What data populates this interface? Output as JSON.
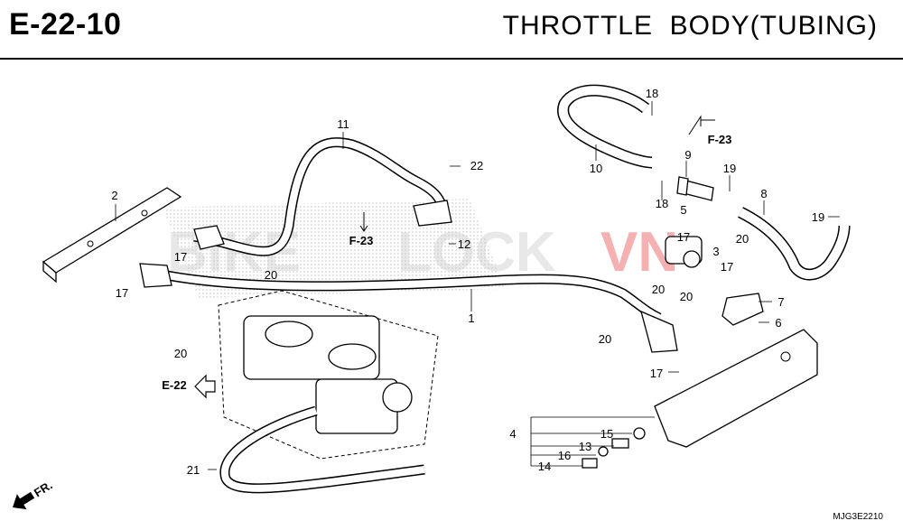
{
  "header": {
    "diagram_code": "E-22-10",
    "title": "THROTTLE  BODY(TUBING)"
  },
  "watermark": {
    "left": "BIKE",
    "mid": "LOCK",
    "right": "VN"
  },
  "references": {
    "f23_upper": "F-23",
    "f23_lower": "F-23",
    "e22": "E-22",
    "front": "FR."
  },
  "callouts": {
    "c1": "1",
    "c2": "2",
    "c3": "3",
    "c4": "4",
    "c5": "5",
    "c6": "6",
    "c7": "7",
    "c8": "8",
    "c9": "9",
    "c10": "10",
    "c11": "11",
    "c12": "12",
    "c13": "13",
    "c14": "14",
    "c15": "15",
    "c16": "16",
    "c17a": "17",
    "c17b": "17",
    "c17c": "17",
    "c17d": "17",
    "c17e": "17",
    "c18a": "18",
    "c18b": "18",
    "c19a": "19",
    "c19b": "19",
    "c20a": "20",
    "c20b": "20",
    "c20c": "20",
    "c20d": "20",
    "c20e": "20",
    "c20f": "20",
    "c21": "21",
    "c22": "22"
  },
  "diagram_id": "MJG3E2210"
}
